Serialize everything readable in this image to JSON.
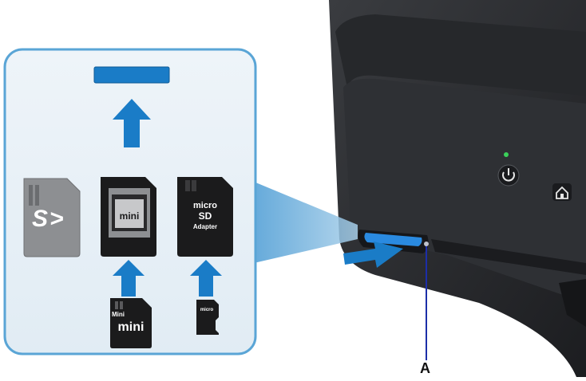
{
  "diagram": {
    "label_a": "A",
    "cards": {
      "sd": {
        "logo": "S>"
      },
      "minisd_adapter": {
        "logo": "mini"
      },
      "microsd_adapter": {
        "logo_top": "micro",
        "logo_bottom": "SD",
        "adapter_text": "Adapter"
      },
      "minisd_card": {
        "logo_top": "Mini",
        "logo_bottom": "mini"
      },
      "microsd_card": {
        "logo": "micro"
      }
    },
    "colors": {
      "panel_border": "#5aa5d6",
      "panel_fill": "#e9f1f7",
      "arrow": "#1a7cc7",
      "slot_blue": "#2a8ae0",
      "printer_body": "#2a2c30",
      "label_line": "#1c2ea8"
    },
    "icons": [
      "power-icon",
      "home-icon"
    ]
  }
}
